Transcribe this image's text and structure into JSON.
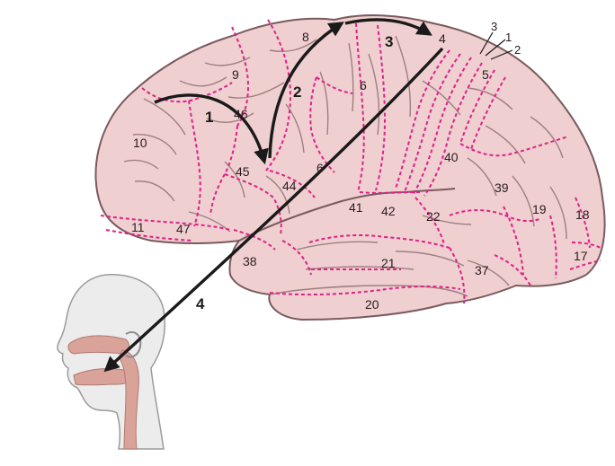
{
  "areas": {
    "a8": "8",
    "a9": "9",
    "a6": "6",
    "a4": "4",
    "a3": "3",
    "a1": "1",
    "a2": "2",
    "a5": "5",
    "a46": "46",
    "a10": "10",
    "a45": "45",
    "a44": "44",
    "a6b": "6",
    "a40": "40",
    "a39": "39",
    "a19": "19",
    "a18": "18",
    "a41": "41",
    "a42": "42",
    "a22": "22",
    "a11": "11",
    "a47": "47",
    "a38": "38",
    "a21": "21",
    "a37": "37",
    "a17": "17",
    "a20": "20"
  },
  "steps": {
    "s1": "1",
    "s2": "2",
    "s3": "3",
    "s4": "4"
  },
  "colors": {
    "brain_fill": "#efcfcf",
    "brain_stroke": "#7a5a5e",
    "gyri": "#9e7f83",
    "area_border": "#e0208a",
    "arrow": "#1a1a1a",
    "head_fill": "#ececec",
    "vocal_tract": "#d9a39a"
  }
}
